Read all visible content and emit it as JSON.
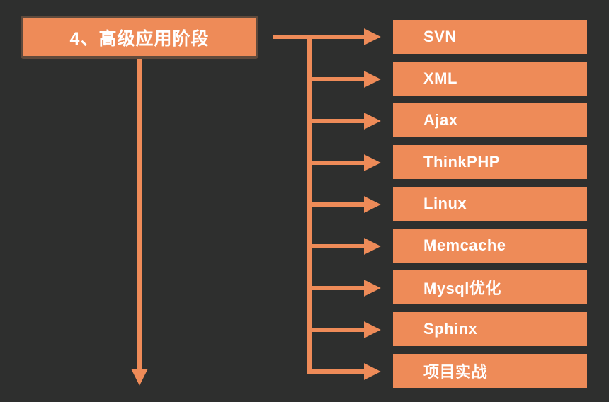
{
  "diagram": {
    "main_stage": {
      "label": "4、高级应用阶段"
    },
    "topics": [
      {
        "label": "SVN"
      },
      {
        "label": "XML"
      },
      {
        "label": "Ajax"
      },
      {
        "label": "ThinkPHP"
      },
      {
        "label": "Linux"
      },
      {
        "label": "Memcache"
      },
      {
        "label": "Mysql优化"
      },
      {
        "label": "Sphinx"
      },
      {
        "label": "项目实战"
      }
    ],
    "colors": {
      "background": "#2e2f2e",
      "box_fill": "#ee8b58",
      "box_border": "#5f4a3c",
      "text": "#ffffff",
      "connector": "#ee8b58"
    }
  }
}
